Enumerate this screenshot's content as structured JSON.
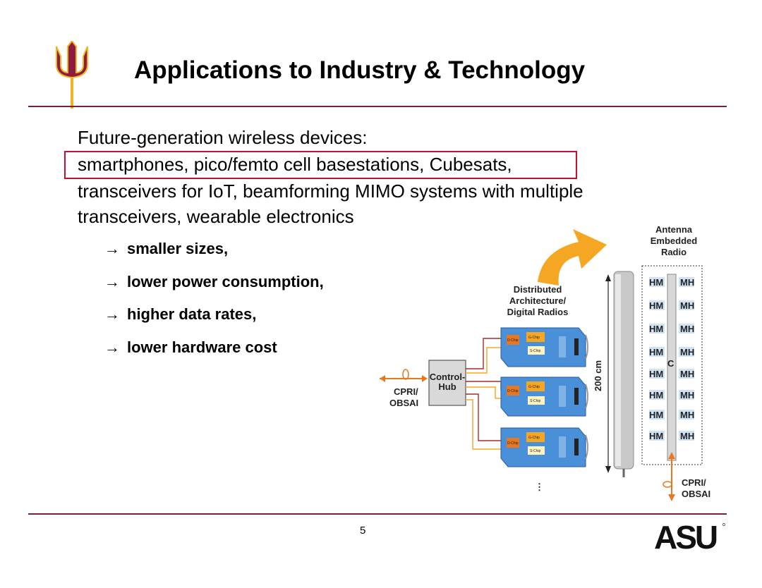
{
  "slide": {
    "title": "Applications to Industry & Technology",
    "lines": [
      "Future-generation wireless devices:",
      "smartphones, pico/femto cell basestations, Cubesats,",
      "transceivers for IoT, beamforming MIMO systems with multiple",
      "transceivers, wearable electronics"
    ],
    "arrow": "→",
    "bullets": [
      "smaller sizes,",
      "lower power consumption,",
      "higher data rates,",
      "lower hardware cost"
    ],
    "page_number": "5",
    "logo_text": "ASU"
  },
  "diagram": {
    "antenna_label": [
      "Antenna",
      "Embedded",
      "Radio"
    ],
    "distributed_label": [
      "Distributed",
      "Architecture/",
      "Digital Radios"
    ],
    "control_hub": [
      "Control-",
      "Hub"
    ],
    "cpri_left": [
      "CPRI/",
      "OBSAI"
    ],
    "cpri_right": [
      "CPRI/",
      "OBSAI"
    ],
    "height": "200 cm",
    "chip_g": "G-Chip",
    "chip_s": "S-Chip",
    "chip_d": "D-Chip",
    "radio_unit_labels": [
      "HM",
      "MH"
    ],
    "center_label": "C",
    "ellipsis": "⋮"
  },
  "colors": {
    "rule": "#7a1f3d",
    "highlight": "#c8102e",
    "arrow_orange": "#f5a623",
    "radio_blue": "#4a90d9"
  }
}
